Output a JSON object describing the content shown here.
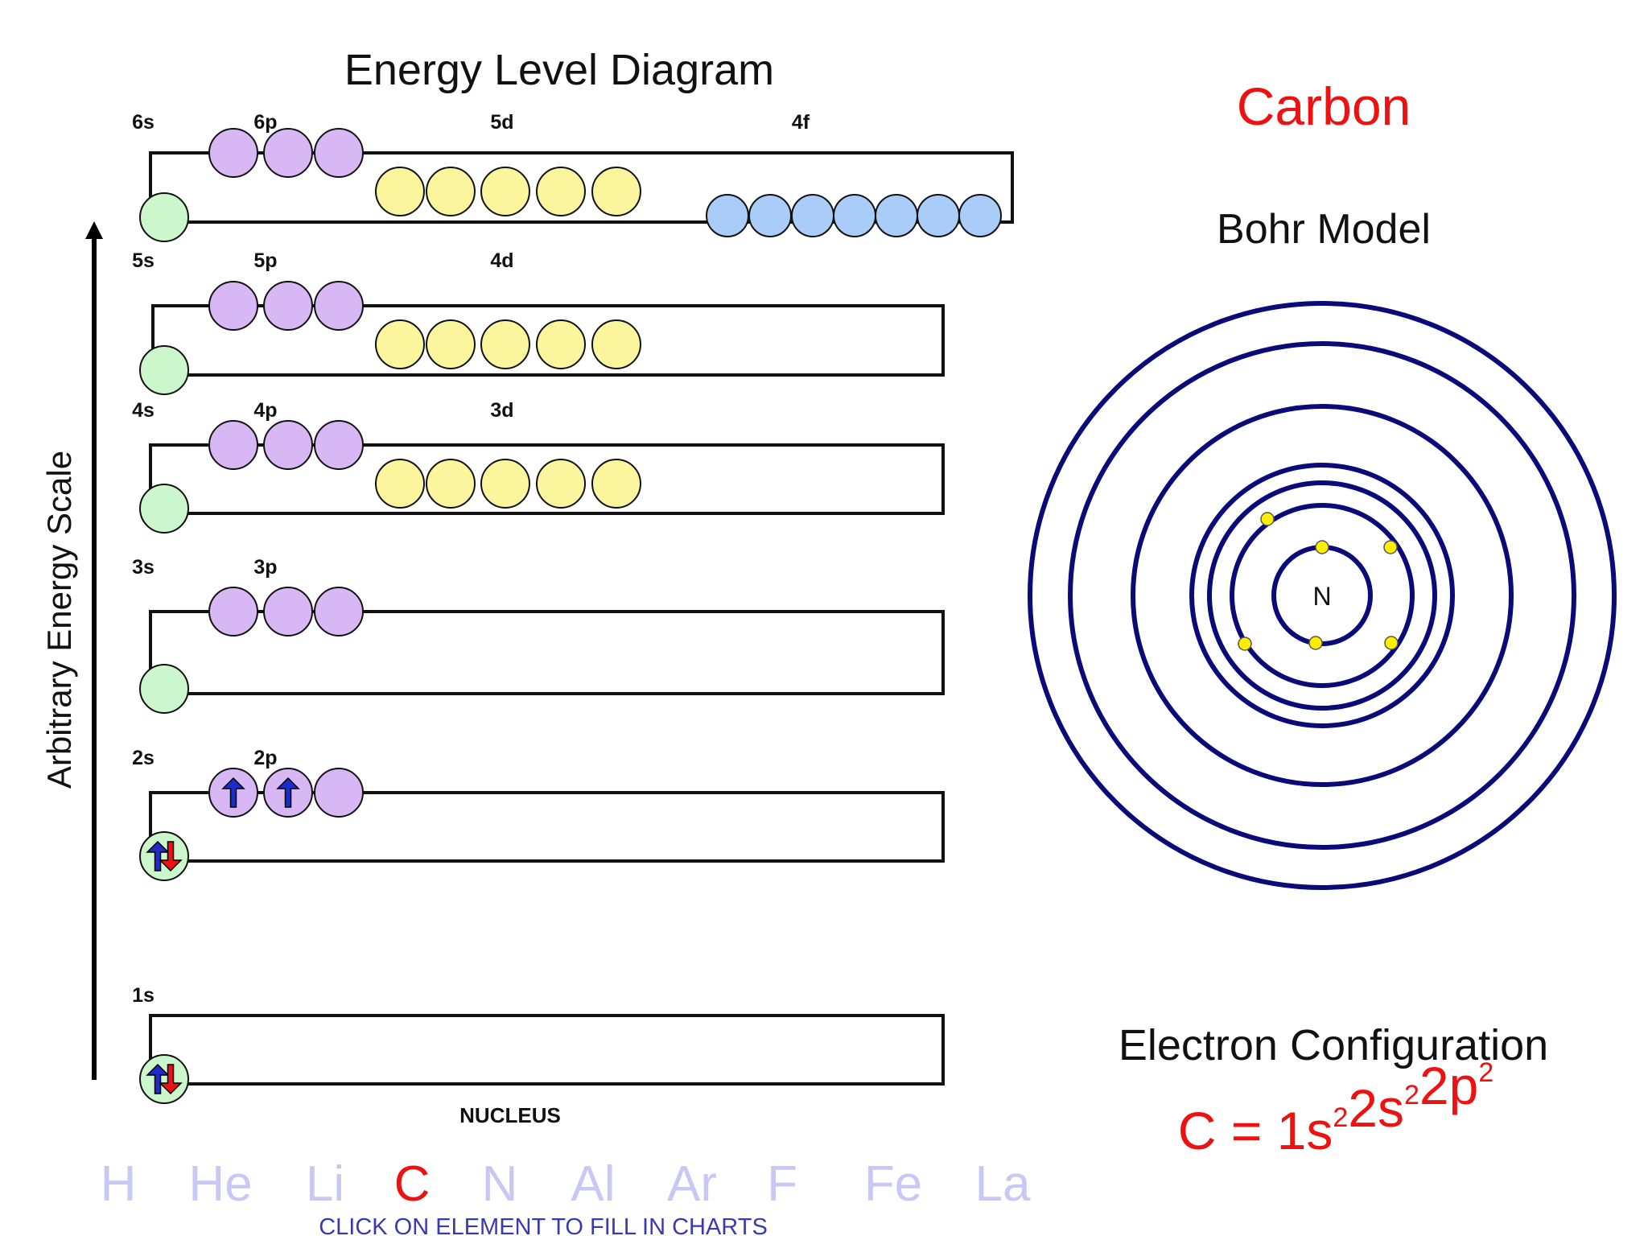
{
  "diagram_title": "Energy Level Diagram",
  "axis_label": "Arbitrary Energy Scale",
  "nucleus_label": "NUCLEUS",
  "element_name": "Carbon",
  "bohr": {
    "title": "Bohr Model",
    "nucleus": "N",
    "shell_count": 7,
    "electrons_per_shell": [
      2,
      4
    ]
  },
  "config": {
    "title": "Electron Configuration",
    "symbol": "C",
    "equals": " = ",
    "terms": [
      {
        "orbital": "1s",
        "count": "2"
      },
      {
        "orbital": "2s",
        "count": "2"
      },
      {
        "orbital": "2p",
        "count": "2"
      }
    ]
  },
  "elements": [
    {
      "symbol": "H",
      "selected": false
    },
    {
      "symbol": "He",
      "selected": false
    },
    {
      "symbol": "Li",
      "selected": false
    },
    {
      "symbol": "C",
      "selected": true
    },
    {
      "symbol": "N",
      "selected": false
    },
    {
      "symbol": "Al",
      "selected": false
    },
    {
      "symbol": "Ar",
      "selected": false
    },
    {
      "symbol": "F",
      "selected": false
    },
    {
      "symbol": "Fe",
      "selected": false
    },
    {
      "symbol": "La",
      "selected": false
    }
  ],
  "instruction": "CLICK ON ELEMENT TO FILL IN CHARTS",
  "levels": [
    {
      "n": 6,
      "orbitals": [
        {
          "label": "6s",
          "type": "s",
          "electrons": []
        },
        {
          "label": "6p",
          "type": "p",
          "electrons": []
        },
        {
          "label": "5d",
          "type": "d",
          "electrons": []
        },
        {
          "label": "4f",
          "type": "f",
          "electrons": []
        }
      ]
    },
    {
      "n": 5,
      "orbitals": [
        {
          "label": "5s",
          "type": "s",
          "electrons": []
        },
        {
          "label": "5p",
          "type": "p",
          "electrons": []
        },
        {
          "label": "4d",
          "type": "d",
          "electrons": []
        }
      ]
    },
    {
      "n": 4,
      "orbitals": [
        {
          "label": "4s",
          "type": "s",
          "electrons": []
        },
        {
          "label": "4p",
          "type": "p",
          "electrons": []
        },
        {
          "label": "3d",
          "type": "d",
          "electrons": []
        }
      ]
    },
    {
      "n": 3,
      "orbitals": [
        {
          "label": "3s",
          "type": "s",
          "electrons": []
        },
        {
          "label": "3p",
          "type": "p",
          "electrons": []
        }
      ]
    },
    {
      "n": 2,
      "orbitals": [
        {
          "label": "2s",
          "type": "s",
          "electrons": [
            "updown"
          ]
        },
        {
          "label": "2p",
          "type": "p",
          "electrons": [
            "up",
            "up",
            ""
          ]
        }
      ]
    },
    {
      "n": 1,
      "orbitals": [
        {
          "label": "1s",
          "type": "s",
          "electrons": [
            "updown"
          ]
        }
      ]
    }
  ],
  "colors": {
    "s": "#ccf7cc",
    "p": "#d8b8f4",
    "d": "#fbf59e",
    "f": "#aaccf8",
    "accent": "#ee1111",
    "shell": "#0a0a78",
    "electron": "#ffee00",
    "spin_up": "#1d2cc8",
    "spin_down": "#ee1111",
    "element_muted": "#c8c8f6",
    "instruction": "#3a3ab0"
  }
}
